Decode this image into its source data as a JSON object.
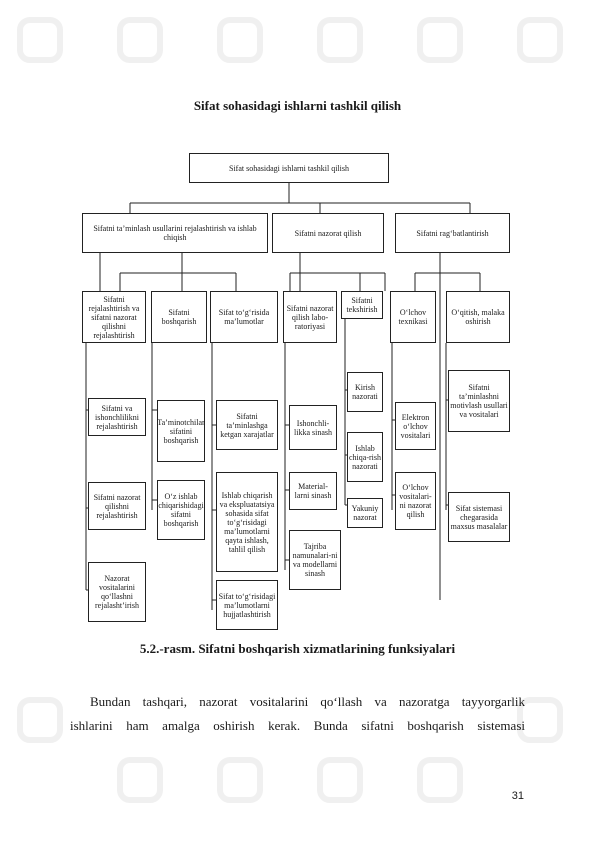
{
  "title": "Sifat sohasidagi ishlarni tashkil qilish",
  "diagram": {
    "root": "Sifat sohasidagi ishlarni tashkil qilish",
    "level2": [
      "Sifatni ta’minlash usullarini rejalashtirish va ishlab chiqish",
      "Sifatni nazorat qilish",
      "Sifatni rag‘batlantirish"
    ],
    "col1": [
      "Sifatni rejalashtirish va sifatni nazorat qilishni rejalashtirish",
      "Sifatni va ishonchlilikni rejalashtirish",
      "Sifatni nazorat qilishni rejalashtirish",
      "Nazorat vositalarini qo‘llashni rejalasht’irish"
    ],
    "col2": [
      "Sifatni boshqarish",
      "Ta’minotchilar sifatini boshqarish",
      "O‘z ishlab chiqarishidagi sifatni boshqarish"
    ],
    "col3": [
      "Sifat to‘g‘risida ma’lumotlar",
      "Sifatni ta’minlashga ketgan xarajatlar",
      "Ishlab chiqarish va ekspluatatsiya sohasida sifat to‘g‘risidagi ma’lumotlarni qayta ishlash, tahlil qilish",
      "Sifat to‘g‘risidagi ma’lumotlarni hujjatlashtirish"
    ],
    "col4": [
      "Sifatni nazorat qilish labo-ratoriyasi",
      "Ishonchli-likka sinash",
      "Material-larni sinash",
      "Tajriba namunalari-ni va modellarni sinash"
    ],
    "col5": [
      "Sifatni tekshirish",
      "Kirish nazorati",
      "Ishlab chiqa-rish nazorati",
      "Yakuniy nazorat"
    ],
    "col6": [
      "O‘lchov texnikasi",
      "Elektron o‘lchov vositalari",
      "O‘lchov vositalari-ni nazorat qilish"
    ],
    "col7": [
      "O‘qitish, malaka oshirish",
      "Sifatni ta’minlashni motivlash usullari va vositalari",
      "Sifat sistemasi chegarasida maxsus masalalar"
    ]
  },
  "caption": "5.2.-rasm. Sifatni boshqarish xizmatlarining funksiyalari",
  "paragraph": {
    "line1": "Bundan tashqari, nazorat vositalarini qo‘llash va nazoratga tayyorgarlik",
    "line2": "ishlarini ham amalga oshirish kerak. Bunda sifatni boshqarish sistemasi"
  },
  "page_number": "31"
}
